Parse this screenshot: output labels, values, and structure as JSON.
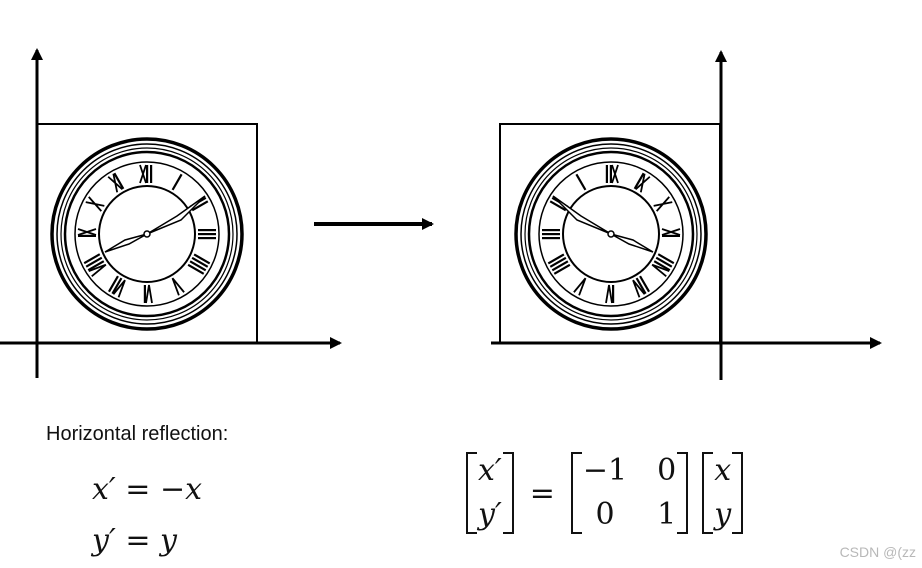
{
  "caption": "Horizontal reflection:",
  "equations": {
    "line1": {
      "lhs": "x′",
      "op": "=",
      "rhs": "−x"
    },
    "line2": {
      "lhs": "y′",
      "op": "=",
      "rhs": "y"
    }
  },
  "matrix_equation": {
    "result": [
      "x′",
      "y′"
    ],
    "equals": "=",
    "matrix": [
      [
        "−1",
        "0"
      ],
      [
        "0",
        "1"
      ]
    ],
    "vector": [
      "x",
      "y"
    ]
  },
  "clock_numerals": [
    "XII",
    "I",
    "II",
    "III",
    "IIII",
    "V",
    "VI",
    "VII",
    "VIII",
    "IX",
    "X",
    "XI"
  ],
  "watermark": "CSDN @(zz"
}
